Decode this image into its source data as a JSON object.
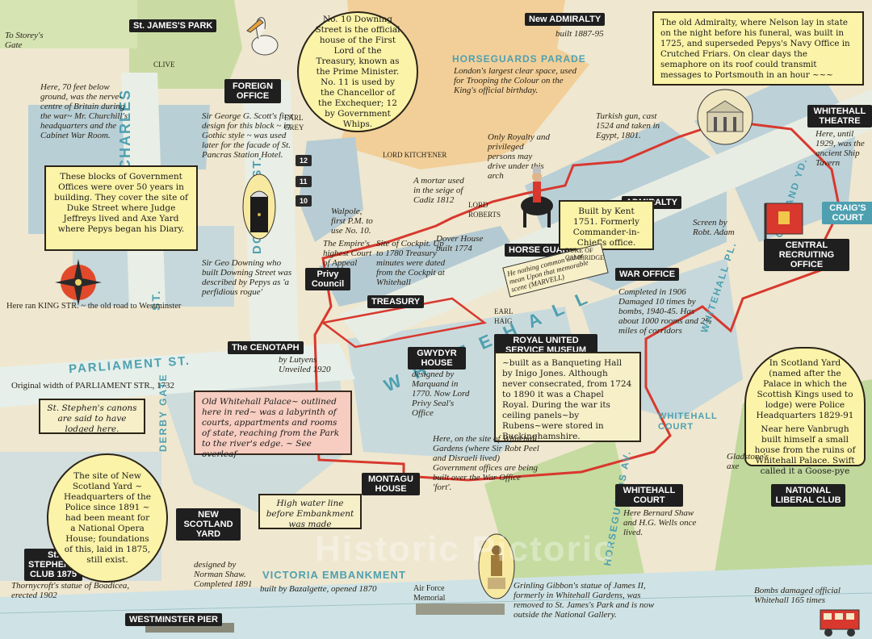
{
  "tags": {
    "st_james_park": "St. JAMES'S PARK",
    "new_admiralty": "New ADMIRALTY",
    "foreign_office": "FOREIGN OFFICE",
    "admiralty": "ADMIRALTY",
    "whitehall_theatre": "WHITEHALL THEATRE",
    "horse_guards": "HORSE GUARDS",
    "privy_council": "Privy Council",
    "treasury": "TREASURY",
    "cenotaph": "The CENOTAPH",
    "gwydyr_house": "GWYDYR HOUSE",
    "royal_united": "ROYAL UNITED SERVICE MUSEUM",
    "war_office": "WAR OFFICE",
    "central_recruiting": "CENTRAL RECRUITING OFFICE",
    "montagu_house": "MONTAGU HOUSE",
    "whitehall_court": "WHITEHALL COURT",
    "national_liberal": "NATIONAL LIBERAL CLUB",
    "new_scotland_yard": "NEW SCOTLAND YARD",
    "st_stephens": "St. STEPHEN'S CLUB 1875",
    "westminster_pier": "WESTMINSTER PIER",
    "craigs_court": "CRAIG'S COURT"
  },
  "streets": {
    "k_charles": "K. CHARLES",
    "downing": "DOWNING ST.",
    "parliament": "PARLIAMENT ST.",
    "derby_gate": "DERBY GATE",
    "whitehall": "W H I T E H A L L",
    "whitehall_pl": "WHITEHALL PL.",
    "scotland_yd": "GT. SCOTLAND YD.",
    "horseguards_av": "HORSEGUARDS AV.",
    "horseguards_parade": "HORSEGUARDS PARADE",
    "victoria_embankment": "VICTORIA EMBANKMENT",
    "whitehall_court_street": "WHITEHALL COURT",
    "st": "ST."
  },
  "boxes": {
    "downing10": "No. 10 Downing Street is the official house of the First Lord of the Treasury, known as the Prime Minister. No. 11 is used by the Chancellor of the Exchequer; 12 by Government Whips.",
    "old_admiralty": "The old Admiralty, where Nelson lay in state on the night before his funeral, was built in 1725, and superseded Pepys's Navy Office in Crutched Friars. On clear days the semaphore on its roof could transmit messages to Portsmouth in an hour ~~~",
    "gov_offices": "These blocks of Government Offices were over 50 years in building. They cover the site of Duke Street where Judge Jeffreys lived and Axe Yard where Pepys began his Diary.",
    "kent": "Built by Kent 1751. Formerly Commander-in-Chief's office.",
    "banqueting": "~built as a Banqueting Hall by Inigo Jones. Although never consecrated, from 1724 to 1890 it was a Chapel Royal. During the war its ceiling panels~by Rubens~were stored in Buckinghamshire.",
    "old_whitehall_palace": "Old Whitehall Palace~ outlined here in red~ was a labyrinth of courts, appartments and rooms of state, reaching from the Park to the river's edge. ~ See overleaf",
    "scotland_yard": "In Scotland Yard (named after the Palace in which the Scottish Kings used to lodge) were Police Headquarters 1829-91",
    "vanbrugh": "Near here Vanbrugh built himself a small house from the ruins of Whitehall Palace. Swift called it a Goose-pye",
    "new_scotland_site": "The site of New Scotland Yard ~ Headquarters of the Police since 1891 ~ had been meant for a National Opera House; foundations of this, laid in 1875, still exist.",
    "high_water": "High water line before Embankment was made",
    "st_stephens_canons": "St. Stephen's canons are said to have lodged here."
  },
  "notes": {
    "storey_gate": "To Storey's Gate",
    "clive": "CLIVE",
    "churchill": "Here, 70 feet below ground, was the nerve-centre of Britain during the war~ Mr. Churchill's headquarters and the Cabinet War Room.",
    "gilbert_scott": "Sir George G. Scott's first design for this block ~ in Gothic style ~ was used later for the facade of St. Pancras Station Hotel.",
    "earl_grey": "EARL GREY",
    "new_admiralty_built": "built 1887-95",
    "horseguards_desc": "London's largest clear space, used for Trooping the Colour on the King's official birthday.",
    "turkish_gun": "Turkish gun, cast 1524 and taken in Egypt, 1801.",
    "royalty_arch": "Only Royalty and privileged persons may drive under this arch",
    "lord_kitchener": "LORD KITCH'ENER",
    "lord_roberts": "LORD ROBERTS",
    "mortar": "A mortar used in the seige of Cadiz 1812",
    "walpole": "Walpole, first P.M. to use No. 10.",
    "empire_court": "The Empire's highest Court of Appeal",
    "cockpit": "Site of Cockpit. Up to 1780 Treasury minutes were dated from the Cockpit at Whitehall",
    "dover_house": "Dover House built 1774",
    "george_downing": "Sir Geo Downing who built Downing Street was described by Pepys as 'a perfidious rogue'",
    "king_street": "Here ran KING STR. ~ the old road to Westminster",
    "lutyens": "by Lutyens Unveiled 1920",
    "parliament_width": "Original width of PARLIAMENT STR., 1732",
    "gwydyr_desc": "designed by Marquand in 1770. Now Lord Privy Seal's Office",
    "marvell": "He nothing common did or mean Upon that memorable scene (MARVELL)",
    "earl_haig": "EARL HAIG",
    "duke_cambridge": "DUKE OF CAMBRIDGE",
    "robt_adam": "Screen by Robt. Adam",
    "whitehall_theatre_desc": "Here, until 1929, was the ancient Ship Tavern",
    "war_office_desc": "Completed in 1906 Damaged 10 times by bombs, 1940-45. Has about 1000 rooms and 2½ miles of corridors",
    "whitehall_gardens": "Here, on the site of Whitehall Gardens (where Sir Robt Peel and Disraeli lived) Government offices are being built over the War Office 'fort'.",
    "gladstone": "Gladstone's axe",
    "shaw_wells": "Here Bernard Shaw and H.G. Wells once lived.",
    "norman_shaw": "designed by Norman Shaw. Completed 1891",
    "boadicea": "Thornycroft's statue of Boadicea, erected 1902",
    "bazalgette": "built by Bazalgette, opened 1870",
    "air_force": "Air Force Memorial",
    "gibbons": "Grinling Gibbon's statue of James II, formerly in Whitehall Gardens, was removed to St. James's Park and is now outside the National Gallery.",
    "bombs": "Bombs damaged official Whitehall 165 times",
    "downing_numbers": [
      "12",
      "11",
      "10"
    ],
    "watermark": "Historic Pictoric"
  },
  "colors": {
    "street": "#4ea0b0",
    "palace_outline": "#d8382e",
    "box_fill": "#fbf3a8",
    "pink_box": "#f6cdc0",
    "building": "#b9cfd6",
    "park": "#b9d49a",
    "river": "#cfe3e6",
    "parade": "#f0c890"
  },
  "icons": [
    "compass-rose-icon",
    "pelican-icon",
    "ship-icon",
    "royal-standard-icon"
  ]
}
